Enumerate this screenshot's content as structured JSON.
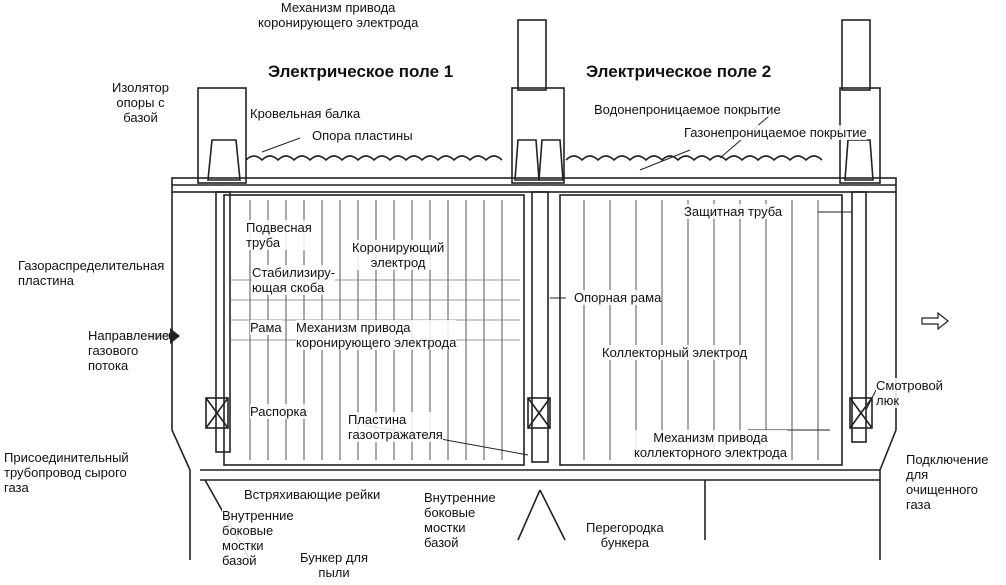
{
  "title_fields": {
    "field1": "Электрическое поле 1",
    "field2": "Электрическое поле 2"
  },
  "labels": {
    "drive_top": "Механизм привода\nкоронирующего электрода",
    "insulator": "Изолятор\nопоры с\nбазой",
    "roof_beam": "Кровельная балка",
    "plate_support": "Опора пластины",
    "waterproof": "Водонепроницаемое покрытие",
    "gasproof": "Газонепроницаемое покрытие",
    "protective_tube": "Защитная труба",
    "hanging_tube": "Подвесная\nтруба",
    "corona_electrode": "Коронирующий\nэлектрод",
    "gas_dist_plate": "Газораспределительная\nпластина",
    "stabilizing_bracket": "Стабилизиру-\nющая скоба",
    "support_frame": "Опорная рама",
    "frame": "Рама",
    "drive_mid": "Механизм привода\nкоронирующего электрода",
    "gas_flow": "Направление\nгазового\nпотока",
    "collector_electrode": "Коллекторный электрод",
    "spacer": "Распорка",
    "deflector": "Пластина\nгазоотражателя",
    "inspection_hatch": "Смотровой\nлюк",
    "collector_drive": "Механизм привода\nколлекторного электрода",
    "raw_gas_pipe": "Присоединительный\nтрубопровод сырого\nгаза",
    "rapping_rails": "Встряхивающие рейки",
    "bridges_left": "Внутренние\nбоковые\nмостки\nбазой",
    "bridges_mid": "Внутренние\nбоковые\nмостки\nбазой",
    "hopper_partition": "Перегородка\nбункера",
    "clean_gas": "Подключение\nдля\nочищенного\nгаза",
    "dust_hopper": "Бункер для\nпыли"
  },
  "colors": {
    "line": "#222222",
    "light_line": "#555555"
  }
}
